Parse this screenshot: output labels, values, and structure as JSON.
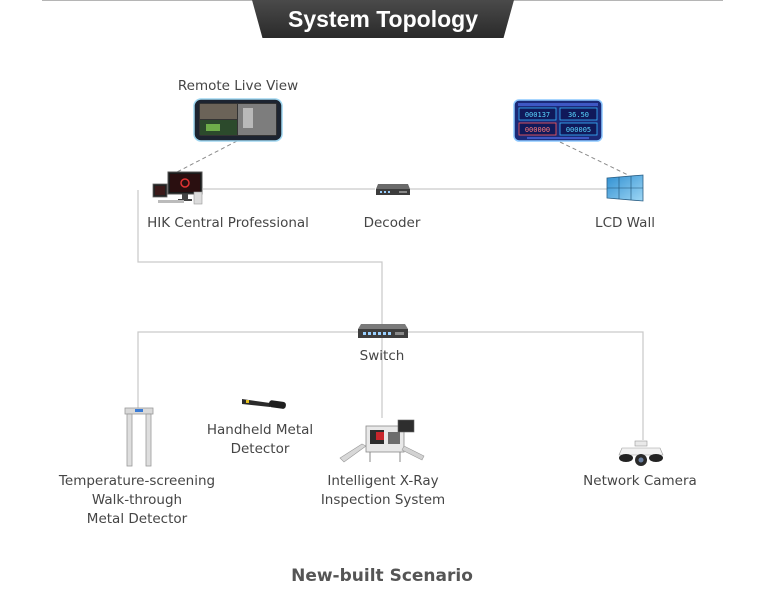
{
  "title": "System Topology",
  "footer": "New-built Scenario",
  "nodes": {
    "remote_live_view": "Remote Live View",
    "hik_central": "HIK Central Professional",
    "decoder": "Decoder",
    "lcd_wall": "LCD Wall",
    "switch": "Switch",
    "walkthrough": "Temperature-screening\nWalk-through\nMetal Detector",
    "handheld": "Handheld Metal\nDetector",
    "xray": "Intelligent X-Ray\nInspection System",
    "camera": "Network Camera"
  },
  "lcd_screen": {
    "tiles": [
      "000137",
      "36.50",
      "000000",
      "000005"
    ]
  }
}
